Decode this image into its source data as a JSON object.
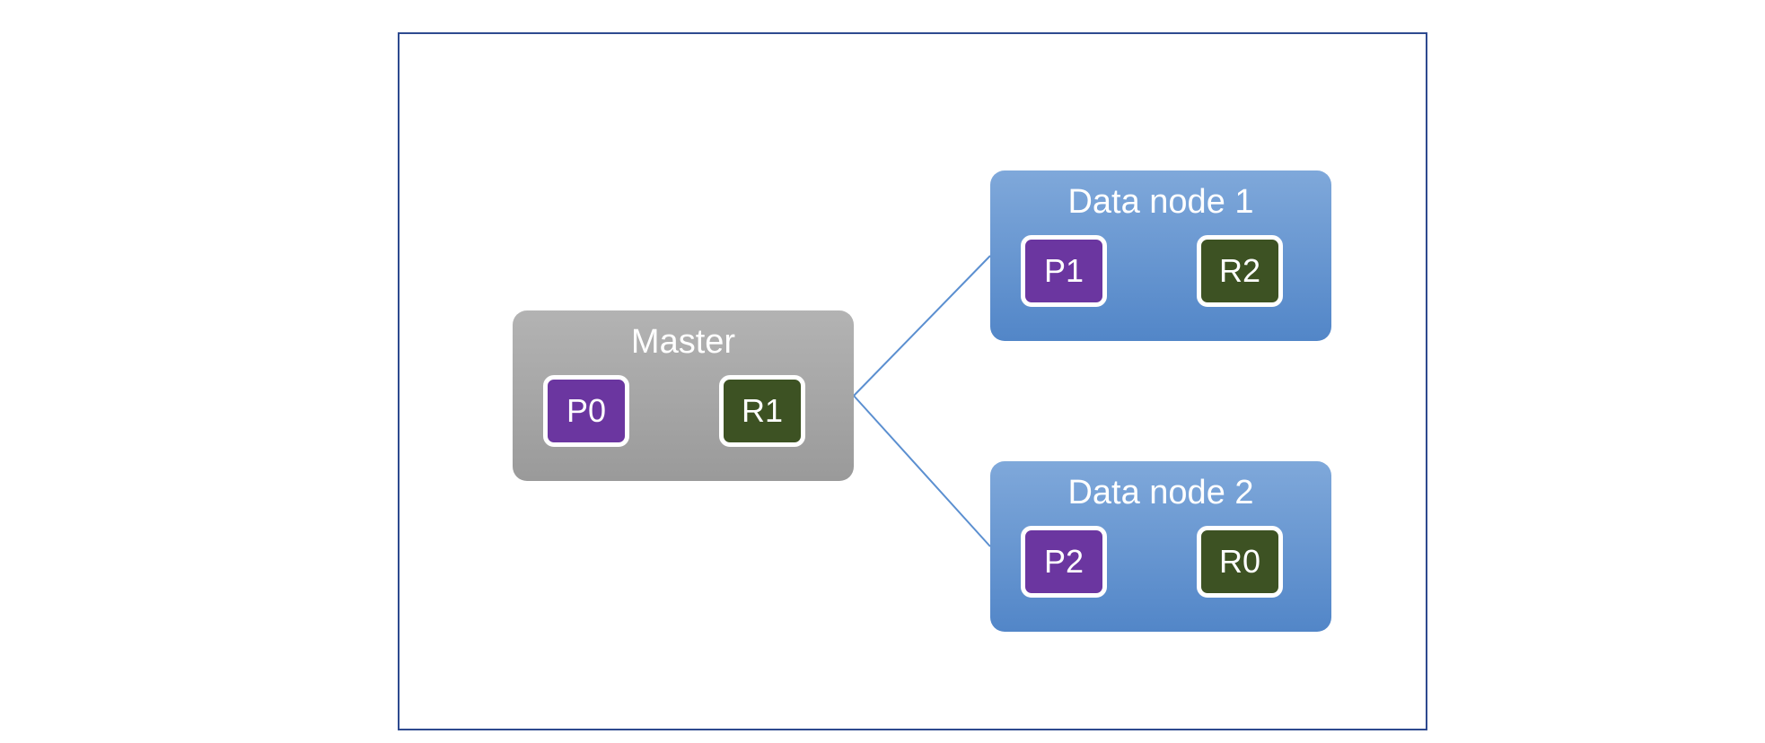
{
  "colors": {
    "frame_border": "#2e4a8f",
    "master_fill": "#a6a6a6",
    "data_node_fill": "#6a97d1",
    "primary_shard": "#6b36a0",
    "replica_shard": "#3d5223",
    "connector": "#5b8fd0"
  },
  "master": {
    "title": "Master",
    "shards": {
      "left": "P0",
      "right": "R1"
    }
  },
  "data_node_1": {
    "title": "Data node 1",
    "shards": {
      "left": "P1",
      "right": "R2"
    }
  },
  "data_node_2": {
    "title": "Data node 2",
    "shards": {
      "left": "P2",
      "right": "R0"
    }
  }
}
